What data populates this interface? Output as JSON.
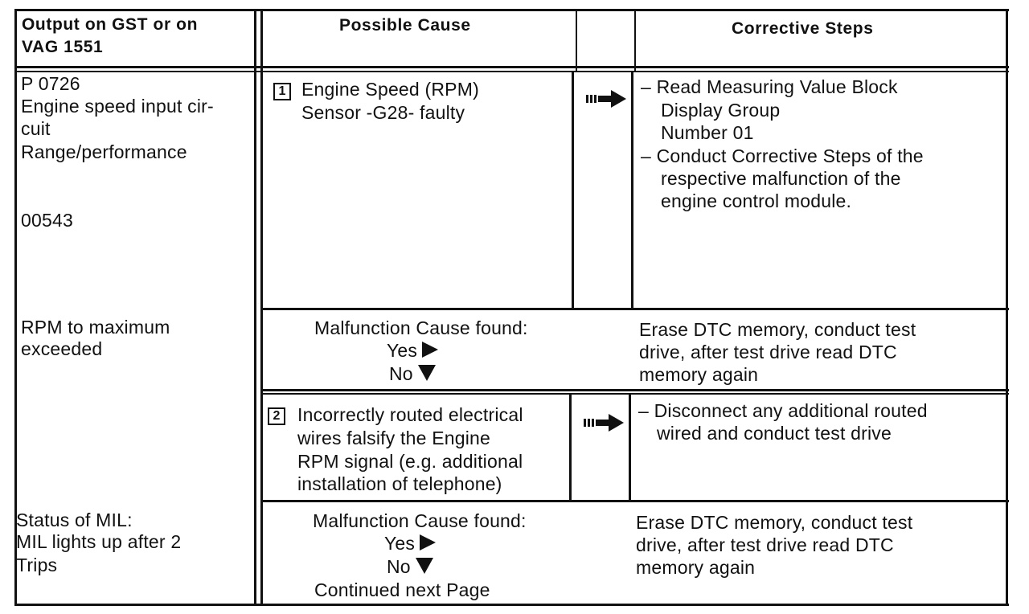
{
  "header": {
    "output_line1": "Output  on GST or on",
    "output_line2": "VAG   1551",
    "possible_cause": "Possible   Cause",
    "corrective_steps": "Corrective    Steps"
  },
  "left": {
    "code": "P 0726",
    "desc1": "Engine speed input cir-",
    "desc2": "cuit",
    "desc3": "Range/performance",
    "vag_code": "00543",
    "rpm1": "RPM to maximum",
    "rpm2": "exceeded",
    "mil1": "Status of MIL:",
    "mil2": "MIL lights up after 2",
    "mil3": "Trips"
  },
  "step1": {
    "number": "1",
    "cause1": "Engine Speed (RPM)",
    "cause2": "Sensor -G28- faulty",
    "corr1": "–   Read Measuring Value Block",
    "corr2": "Display Group",
    "corr3": "Number 01",
    "corr4": "–   Conduct Corrective Steps of the",
    "corr5": "respective malfunction of the",
    "corr6": "engine control module."
  },
  "found1": {
    "label": "Malfunction Cause found:",
    "yes": "Yes",
    "no": "No",
    "action1": "Erase DTC memory, conduct test",
    "action2": "drive, after test drive read DTC",
    "action3": "memory  again"
  },
  "step2": {
    "number": "2",
    "cause1": "Incorrectly  routed  electrical",
    "cause2": "wires falsify  the Engine",
    "cause3": "RPM signal  (e.g. additional",
    "cause4": "installation  of  telephone)",
    "corr1": "–   Disconnect any additional routed",
    "corr2": "wired and conduct test drive"
  },
  "found2": {
    "label": "Malfunction Cause found:",
    "yes": "Yes",
    "no": "No",
    "continued": "Continued  next  Page",
    "action1": "Erase DTC memory, conduct test",
    "action2": "drive, after test drive read DTC",
    "action3": "memory  again"
  },
  "icons": {
    "arrow": "right-arrow-icon",
    "yes_marker": "triangle-right-icon",
    "no_marker": "triangle-down-icon"
  },
  "colors": {
    "ink": "#111111",
    "paper": "#ffffff"
  }
}
